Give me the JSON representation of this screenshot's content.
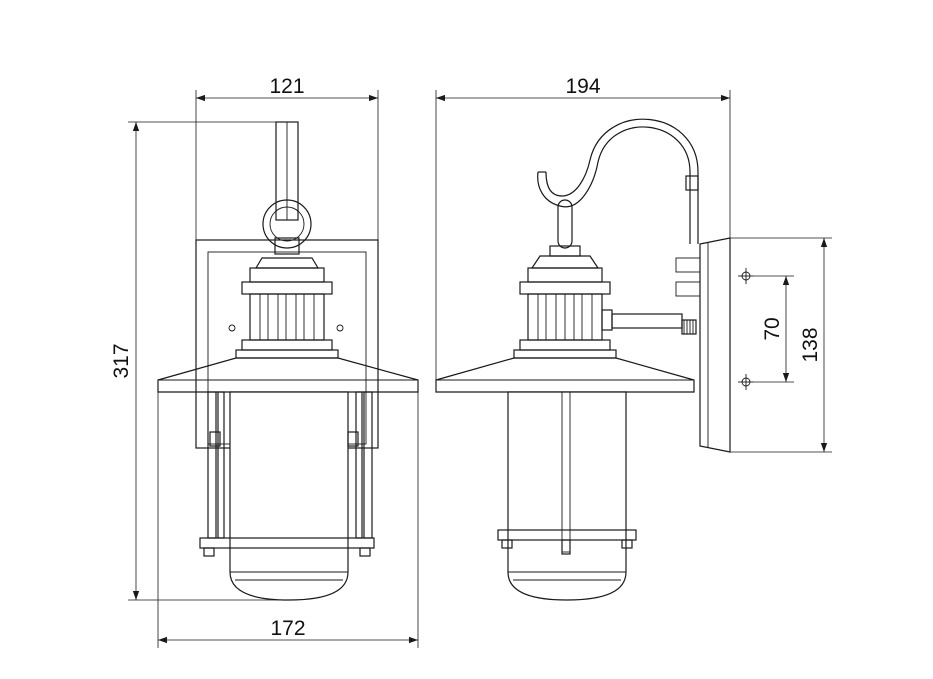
{
  "dimensions": {
    "front_top_width": "121",
    "side_overall_depth": "194",
    "overall_height": "317",
    "front_bottom_width": "172",
    "mount_hole_spacing": "70",
    "backplate_height": "138"
  },
  "colors": {
    "line": "#1a1a1a",
    "background": "#ffffff"
  },
  "icons": {
    "dimension_arrow": "arrowhead",
    "mount_hole": "crosshair-circle"
  }
}
